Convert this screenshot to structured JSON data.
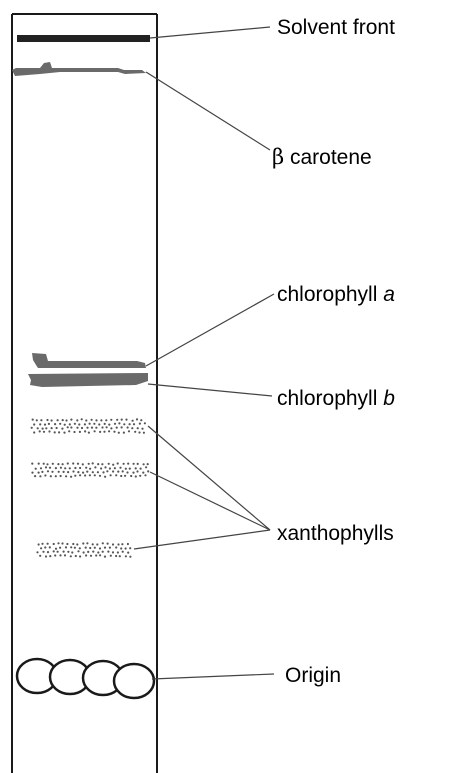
{
  "labels": {
    "solvent_front": "Solvent front",
    "beta_carotene_symbol": "β",
    "beta_carotene_text": " carotene",
    "chlorophyll_a_text": "chlorophyll ",
    "chlorophyll_a_letter": "a",
    "chlorophyll_b_text": "chlorophyll ",
    "chlorophyll_b_letter": "b",
    "xanthophylls": "xanthophylls",
    "origin": "Origin"
  },
  "colors": {
    "outline": "#1a1a1a",
    "solvent_front": "#222222",
    "pigment_band": "#6a6a6a",
    "leader_line": "#444444",
    "xanthophyll_dots": "#555555"
  }
}
